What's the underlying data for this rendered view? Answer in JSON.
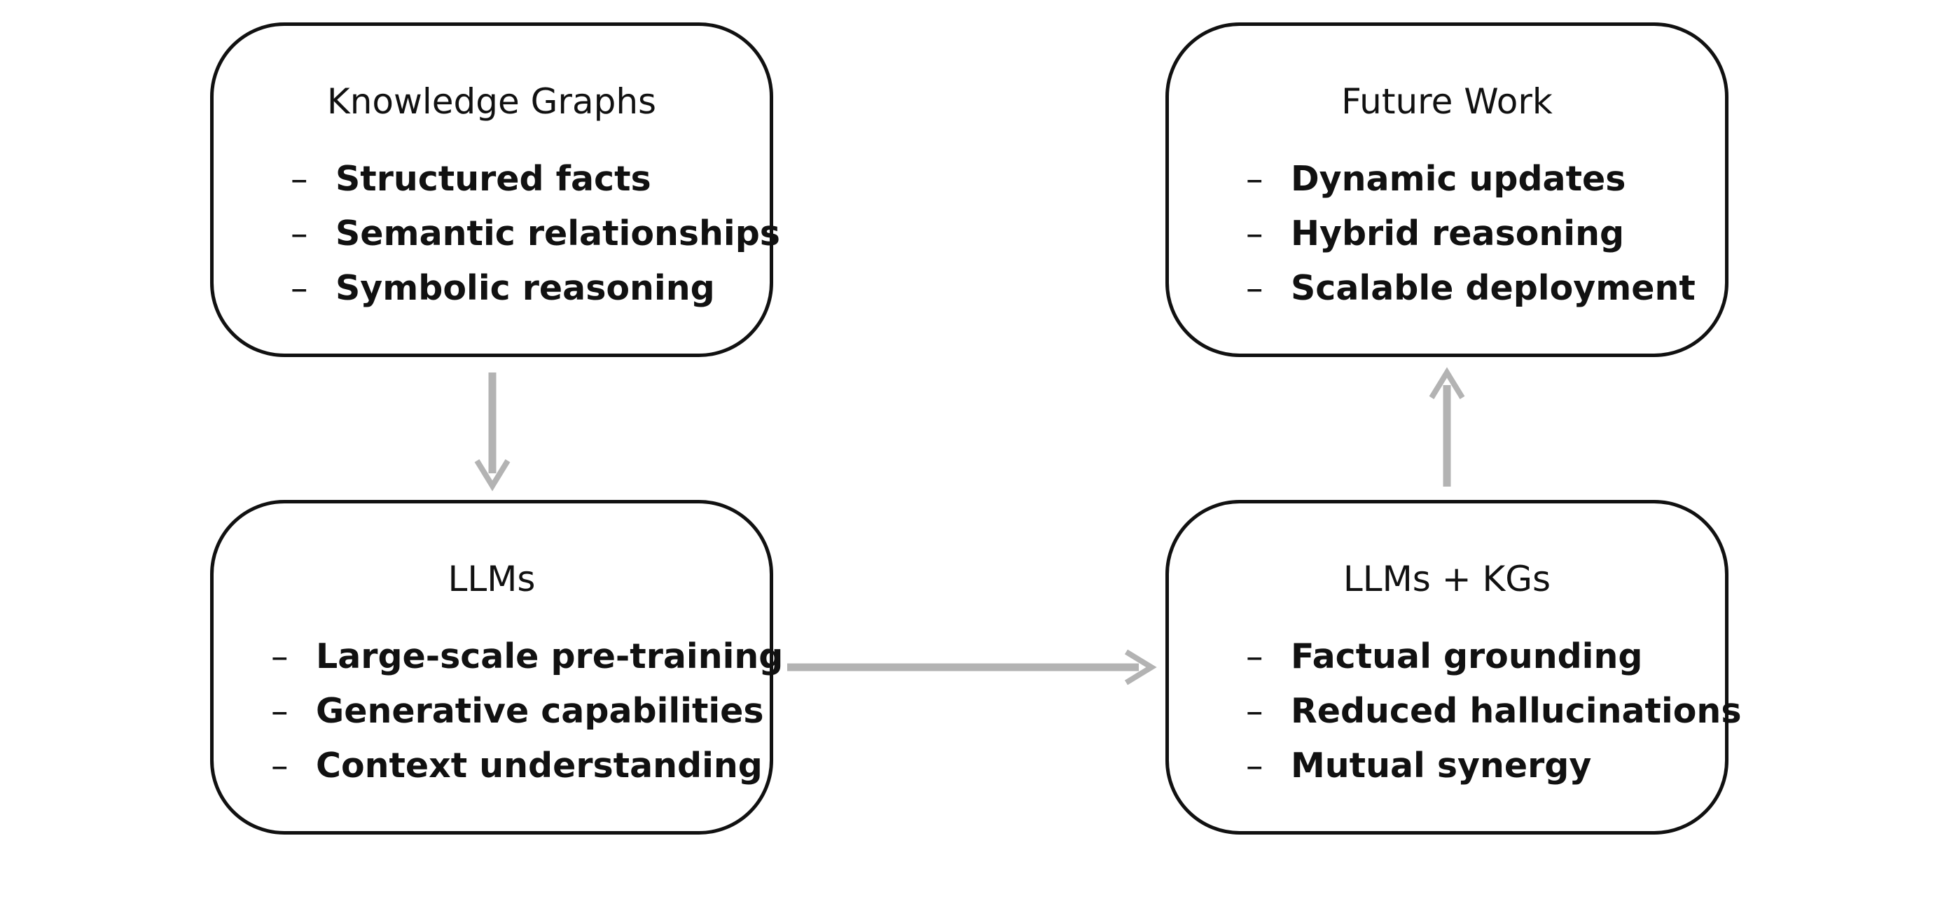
{
  "arrow_color": "#b3b3b3",
  "nodes": {
    "knowledge_graphs": {
      "title": "Knowledge Graphs",
      "items": [
        "Structured facts",
        "Semantic relationships",
        "Symbolic reasoning"
      ]
    },
    "future_work": {
      "title": "Future Work",
      "items": [
        "Dynamic updates",
        "Hybrid reasoning",
        "Scalable deployment"
      ]
    },
    "llms": {
      "title": "LLMs",
      "items": [
        "Large-scale pre-training",
        "Generative capabilities",
        "Context understanding"
      ]
    },
    "llms_kgs": {
      "title": "LLMs + KGs",
      "items": [
        "Factual grounding",
        "Reduced hallucinations",
        "Mutual synergy"
      ]
    }
  },
  "bullet": "–",
  "edges": [
    {
      "from": "knowledge_graphs",
      "to": "llms"
    },
    {
      "from": "llms",
      "to": "llms_kgs"
    },
    {
      "from": "llms_kgs",
      "to": "future_work"
    }
  ]
}
